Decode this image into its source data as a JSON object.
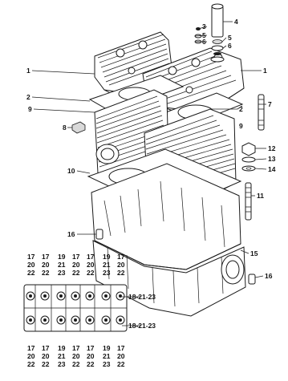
{
  "callouts": {
    "c1l": "1",
    "c1r": "1",
    "c2l": "2",
    "c2r": "2",
    "c3": "3",
    "c4": "4",
    "c5": "5",
    "c6": "6",
    "c7": "7",
    "c8": "8",
    "c9l": "9",
    "c9r": "9",
    "c10": "10",
    "c11": "11",
    "c12": "12",
    "c13": "13",
    "c14": "14",
    "c15": "15",
    "c16l": "16",
    "c16r": "16"
  },
  "torque_grid": {
    "top": [
      [
        "17",
        "20",
        "22"
      ],
      [
        "17",
        "20",
        "22"
      ],
      [
        "19",
        "21",
        "23"
      ],
      [
        "17",
        "20",
        "22"
      ],
      [
        "17",
        "20",
        "22"
      ],
      [
        "19",
        "21",
        "23"
      ],
      [
        "17",
        "20",
        "22"
      ]
    ],
    "bottom": [
      [
        "17",
        "20",
        "22"
      ],
      [
        "17",
        "20",
        "22"
      ],
      [
        "19",
        "21",
        "23"
      ],
      [
        "17",
        "20",
        "22"
      ],
      [
        "17",
        "20",
        "22"
      ],
      [
        "19",
        "21",
        "23"
      ],
      [
        "17",
        "20",
        "22"
      ]
    ],
    "right_upper": "18-21-23",
    "right_lower": "18-21-23"
  }
}
